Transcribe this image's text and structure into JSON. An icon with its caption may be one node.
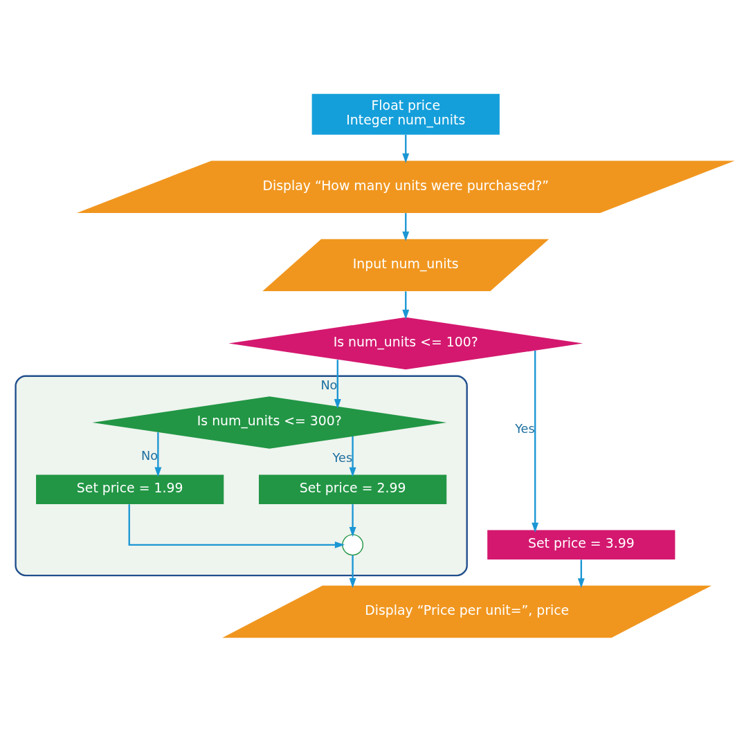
{
  "diagram": {
    "nodes": [
      {
        "text": [
          "Float price",
          "Integer num_units"
        ]
      },
      {
        "text": [
          "Display “How many units were purchased?”"
        ]
      },
      {
        "text": [
          "Input num_units"
        ]
      },
      {
        "text": [
          "Is num_units <= 100?"
        ]
      },
      {
        "text": [
          "Set price = 3.99"
        ]
      },
      {
        "text": [],
        "shape": "ellipse"
      },
      {
        "text": [
          "Is num_units <= 300?"
        ],
        "in": 5
      },
      {
        "text": [
          "Set price = 1.99"
        ],
        "in": 5
      },
      {
        "text": [
          "Set price = 2.99"
        ],
        "in": 5
      },
      {
        "text": [],
        "shape": "circle",
        "in": 5
      },
      {
        "text": [
          "Display “Price per unit=”, price"
        ]
      }
    ],
    "edges": [
      {
        "from": 0,
        "to": 1,
        "arrow": "to"
      },
      {
        "from": 1,
        "to": 2,
        "arrow": "to"
      },
      {
        "from": 2,
        "to": 3,
        "arrow": "to"
      },
      {
        "from": 3,
        "to": 6,
        "label": "No",
        "arrow": "to"
      },
      {
        "from": 3,
        "to": 4,
        "label": "Yes",
        "arrow": "to"
      },
      {
        "from": 6,
        "to": 7,
        "label": "No",
        "arrow": "to"
      },
      {
        "from": 6,
        "to": 8,
        "label": "Yes",
        "arrow": "to"
      },
      {
        "from": 7,
        "to": 9,
        "arrow": "to"
      },
      {
        "from": 8,
        "to": 9,
        "arrow": "to"
      },
      {
        "from": 9,
        "to": 10,
        "arrow": "to"
      },
      {
        "from": 4,
        "to": 10,
        "arrow": "to"
      }
    ]
  }
}
